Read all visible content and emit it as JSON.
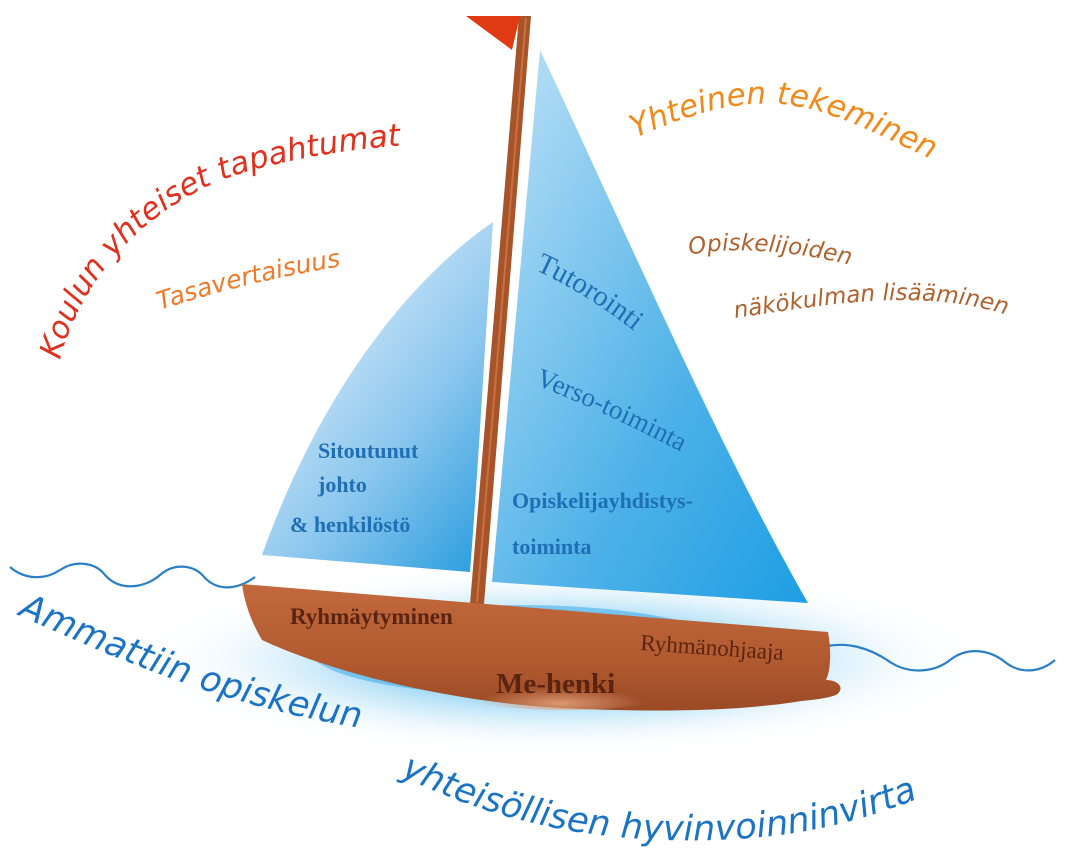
{
  "outer_labels": {
    "events": "Koulun yhteiset tapahtumat",
    "equality": "Tasavertaisuus",
    "together": "Yhteinen tekeminen",
    "students_line1": "Opiskelijoiden",
    "students_line2": "näkökulman lisääminen"
  },
  "sails": {
    "left_line1": "Sitoutunut",
    "left_line2": "johto",
    "left_line3": "& henkilöstö",
    "tutoring": "Tutorointi",
    "verso": "Verso-toiminta",
    "union_line1": "Opiskelijayhdistys-",
    "union_line2": "toiminta"
  },
  "hull": {
    "grouping": "Ryhmäytyminen",
    "group_leader": "Ryhmänohjaaja",
    "spirit": "Me-henki"
  },
  "water": {
    "line1": "Ammattiin opiskelun",
    "line2": "yhteisöllisen hyvinvoinninvirta"
  },
  "colors": {
    "red": "#e0301e",
    "orange": "#f08a1a",
    "orange_light": "#ef7a2a",
    "brown_text": "#b0622e",
    "hull": "#b65f35",
    "hull_text": "#5a2410",
    "mast": "#a8542a",
    "flag": "#e03a12",
    "sail_blue_dark": "#2aa2e2",
    "sail_blue_light": "#c9e6f8",
    "sail_text": "#1f6fb4",
    "wave": "#2a7fc6",
    "water_text": "#1b73c4"
  }
}
